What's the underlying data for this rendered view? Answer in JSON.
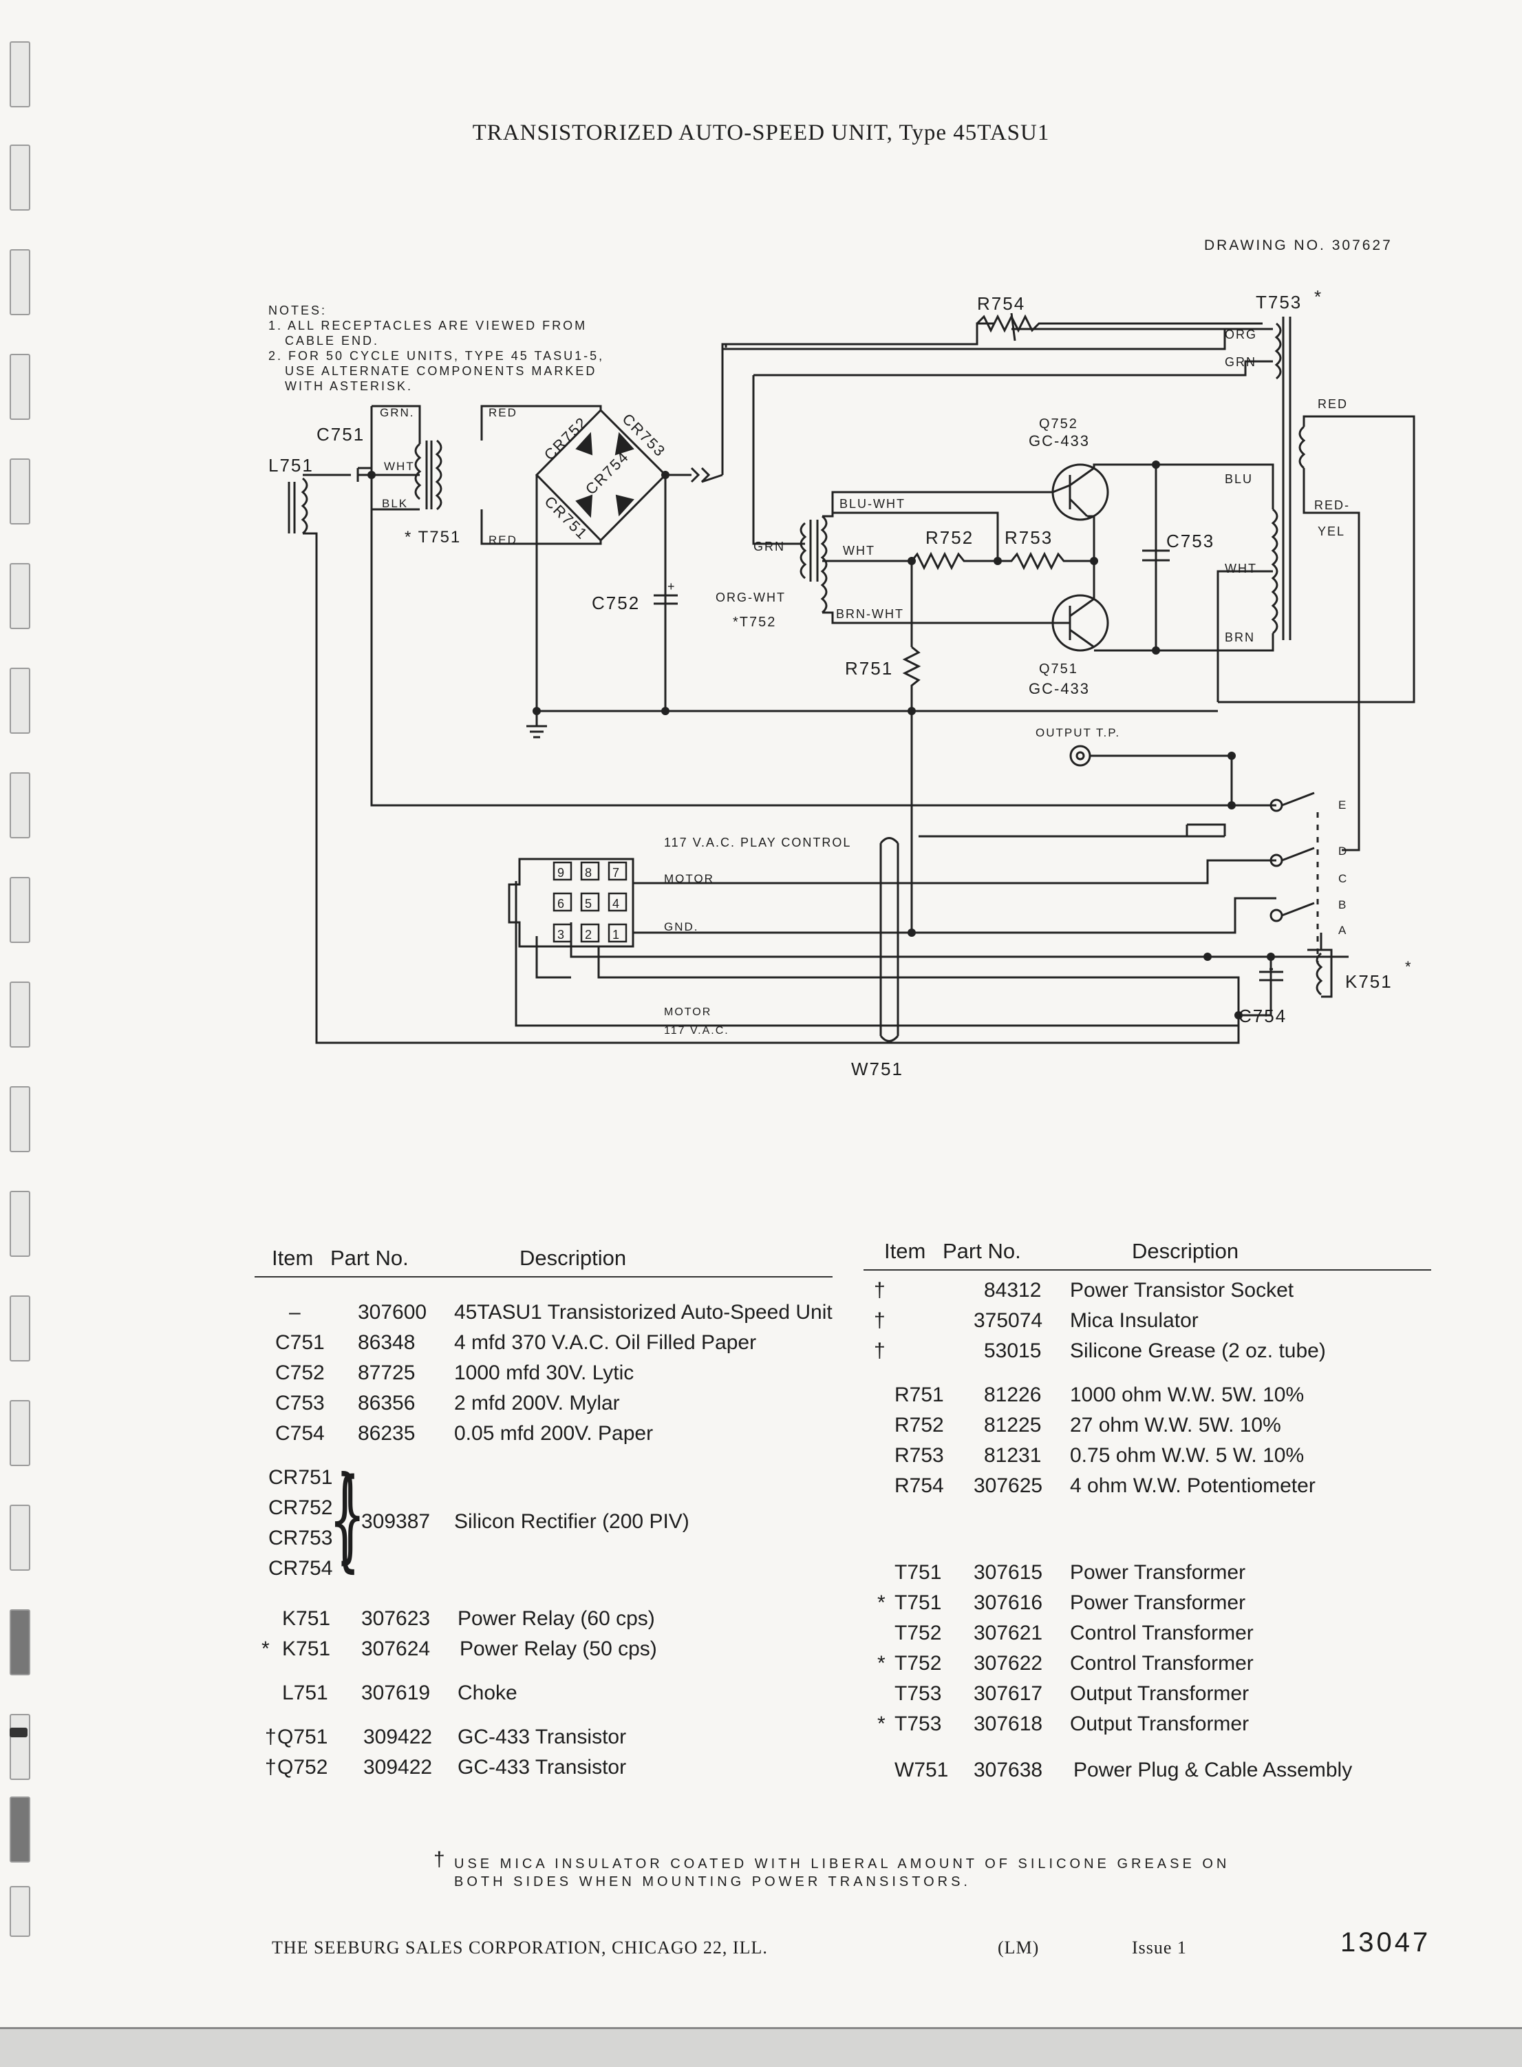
{
  "document": {
    "title": "TRANSISTORIZED AUTO-SPEED UNIT, Type 45TASU1",
    "drawing_no": "DRAWING NO. 307627"
  },
  "notes": [
    "NOTES:",
    "1. ALL RECEPTACLES ARE VIEWED FROM",
    "   CABLE END.",
    "2. FOR 50 CYCLE UNITS, TYPE 45 TASU1-5,",
    "   USE ALTERNATE COMPONENTS MARKED",
    "   WITH ASTERISK."
  ],
  "schematic": {
    "labels": {
      "r754": "R754",
      "t753": "T753",
      "t753_ast": "*",
      "org": "ORG",
      "grn_top": "GRN",
      "red_right": "RED",
      "q752": "Q752",
      "gc433_a": "GC-433",
      "q751": "Q751",
      "gc433_b": "GC-433",
      "blu": "BLU",
      "red_yel_1": "RED-",
      "red_yel_2": "YEL",
      "c753": "C753",
      "wht_t753": "WHT",
      "brn_t753": "BRN",
      "blu_wht": "BLU-WHT",
      "wht_t752": "WHT",
      "brn_wht": "BRN-WHT",
      "r752": "R752",
      "r753": "R753",
      "grn_t752": "GRN",
      "org_wht": "ORG-WHT",
      "t752": "*T752",
      "r751": "R751",
      "c751": "C751",
      "l751": "L751",
      "grn_t751": "GRN.",
      "wht_t751": "WHT",
      "blk_t751": "BLK",
      "t751": "* T751",
      "red_t751_top": "RED",
      "red_t751_bot": "RED",
      "cr752": "CR752",
      "cr753": "CR753",
      "cr754": "CR754",
      "cr751": "CR751",
      "c752": "C752",
      "plus": "+",
      "output_tp": "OUTPUT T.P.",
      "play_control": "117 V.A.C. PLAY CONTROL",
      "motor_top": "MOTOR",
      "gnd": "GND.",
      "motor_bot": "MOTOR",
      "vac_bot": "117 V.A.C.",
      "w751": "W751",
      "c754": "C754",
      "k751": "K751",
      "k751_ast": "*",
      "sw_e": "E",
      "sw_d": "D",
      "sw_c": "C",
      "sw_b": "B",
      "sw_a": "A",
      "pins": [
        "9",
        "8",
        "7",
        "6",
        "5",
        "4",
        "3",
        "2",
        "1"
      ]
    }
  },
  "parts_left": {
    "headers": {
      "item": "Item",
      "part": "Part No.",
      "desc": "Description"
    },
    "rows": [
      {
        "mark": "",
        "item": "–",
        "part": "307600",
        "desc": "45TASU1 Transistorized Auto-Speed Unit"
      },
      {
        "mark": "",
        "item": "C751",
        "part": "86348",
        "desc": "4 mfd 370 V.A.C. Oil Filled Paper"
      },
      {
        "mark": "",
        "item": "C752",
        "part": "87725",
        "desc": "1000 mfd 30V. Lytic"
      },
      {
        "mark": "",
        "item": "C753",
        "part": "86356",
        "desc": "2 mfd 200V. Mylar"
      },
      {
        "mark": "",
        "item": "C754",
        "part": "86235",
        "desc": "0.05 mfd 200V. Paper"
      },
      {
        "mark": "",
        "item": "CR751",
        "part": "",
        "desc": ""
      },
      {
        "mark": "",
        "item": "CR752",
        "part": "309387",
        "desc": "Silicon Rectifier (200 PIV)"
      },
      {
        "mark": "",
        "item": "CR753",
        "part": "",
        "desc": ""
      },
      {
        "mark": "",
        "item": "CR754",
        "part": "",
        "desc": ""
      },
      {
        "mark": "",
        "item": "K751",
        "part": "307623",
        "desc": "Power Relay (60 cps)"
      },
      {
        "mark": "*",
        "item": "K751",
        "part": "307624",
        "desc": "Power Relay (50 cps)"
      },
      {
        "mark": "",
        "item": "L751",
        "part": "307619",
        "desc": "Choke"
      },
      {
        "mark": "†",
        "item": "Q751",
        "part": "309422",
        "desc": "GC-433 Transistor"
      },
      {
        "mark": "†",
        "item": "Q752",
        "part": "309422",
        "desc": "GC-433 Transistor"
      }
    ]
  },
  "parts_right": {
    "headers": {
      "item": "Item",
      "part": "Part No.",
      "desc": "Description"
    },
    "rows": [
      {
        "mark": "†",
        "item": "",
        "part": "84312",
        "desc": "Power Transistor Socket"
      },
      {
        "mark": "†",
        "item": "",
        "part": "375074",
        "desc": "Mica Insulator"
      },
      {
        "mark": "†",
        "item": "",
        "part": "53015",
        "desc": "Silicone Grease (2 oz. tube)"
      },
      {
        "mark": "",
        "item": "R751",
        "part": "81226",
        "desc": "1000 ohm W.W. 5W. 10%"
      },
      {
        "mark": "",
        "item": "R752",
        "part": "81225",
        "desc": "27 ohm W.W. 5W. 10%"
      },
      {
        "mark": "",
        "item": "R753",
        "part": "81231",
        "desc": "0.75 ohm W.W.  5 W.  10%"
      },
      {
        "mark": "",
        "item": "R754",
        "part": "307625",
        "desc": "4 ohm W.W. Potentiometer"
      },
      {
        "mark": "",
        "item": "T751",
        "part": "307615",
        "desc": "Power Transformer"
      },
      {
        "mark": "*",
        "item": "T751",
        "part": "307616",
        "desc": "Power Transformer"
      },
      {
        "mark": "",
        "item": "T752",
        "part": "307621",
        "desc": "Control Transformer"
      },
      {
        "mark": "*",
        "item": "T752",
        "part": "307622",
        "desc": "Control Transformer"
      },
      {
        "mark": "",
        "item": "T753",
        "part": "307617",
        "desc": "Output Transformer"
      },
      {
        "mark": "*",
        "item": "T753",
        "part": "307618",
        "desc": "Output Transformer"
      },
      {
        "mark": "",
        "item": "W751",
        "part": "307638",
        "desc": "Power Plug & Cable Assembly"
      }
    ]
  },
  "footnote": {
    "mark": "†",
    "line1": "USE MICA INSULATOR COATED WITH LIBERAL AMOUNT OF SILICONE GREASE ON",
    "line2": "BOTH SIDES WHEN MOUNTING POWER TRANSISTORS."
  },
  "footer": {
    "company": "THE SEEBURG SALES CORPORATION, CHICAGO 22, ILL.",
    "code": "(LM)",
    "issue": "Issue 1",
    "page_number": "13047"
  }
}
